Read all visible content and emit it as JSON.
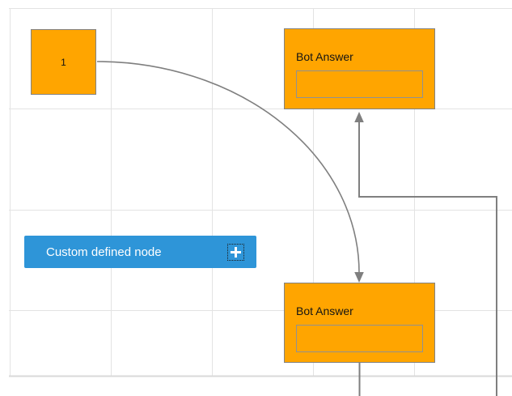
{
  "diagram": {
    "nodes": {
      "start": {
        "label": "1",
        "fill": "#ffa500",
        "border_color": "#828282"
      },
      "bot_answer_top": {
        "title": "Bot Answer",
        "fill": "#ffa500",
        "field_value": "",
        "field_placeholder": ""
      },
      "bot_answer_bottom": {
        "title": "Bot Answer",
        "fill": "#ffa500",
        "field_value": "",
        "field_placeholder": ""
      },
      "custom": {
        "label": "Custom defined node",
        "fill": "#2e95d8",
        "add_icon": "plus"
      }
    },
    "connectors": {
      "color": "#7f7f7f",
      "style": "arrow"
    },
    "grid": {
      "line_color": "#e3e3e3",
      "boundary_color": "#d9d9d9",
      "spacing": 125
    }
  }
}
